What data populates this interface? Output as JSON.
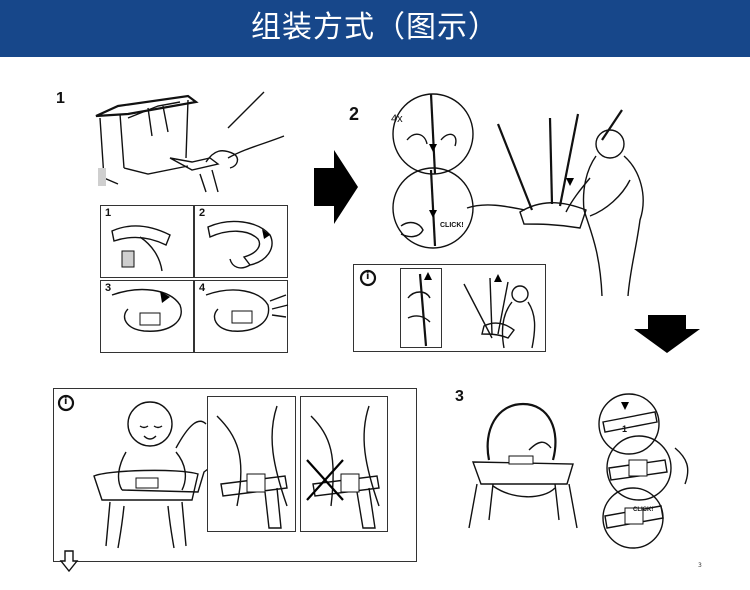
{
  "banner": {
    "title": "组装方式（图示）"
  },
  "steps": {
    "s1": "1",
    "s2": "2",
    "s3": "3"
  },
  "substeps": {
    "a": "1",
    "b": "2",
    "c": "3",
    "d": "4"
  },
  "labels": {
    "qty": "4x",
    "click": "CLICK!",
    "click2": "CLICK!",
    "sub1": "1",
    "info": "i",
    "page": "3"
  },
  "colors": {
    "banner": "#17478a"
  },
  "icons": [
    "arrow-right-icon",
    "arrow-down-icon",
    "info-icon",
    "down-arrow-outline-icon",
    "cross-icon"
  ]
}
